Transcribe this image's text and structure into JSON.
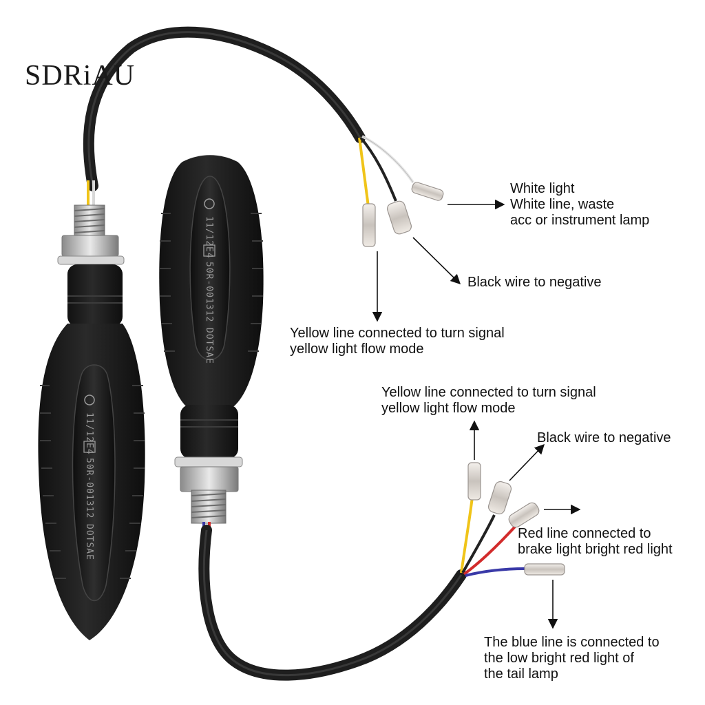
{
  "brand": "SDRiAU",
  "lamp_marking": {
    "date_code": "11/12",
    "approval": "50R-001312",
    "standard": "DOTSAE",
    "e_mark": "E4"
  },
  "annotations": {
    "top_lamp": {
      "white_line": [
        "White light",
        "White line, waste",
        "acc or instrument lamp"
      ],
      "black_wire": "Black wire to negative",
      "yellow_line": [
        "Yellow line connected to turn signal",
        "yellow light flow mode"
      ]
    },
    "bottom_lamp": {
      "yellow_line": [
        "Yellow line connected to turn signal",
        "yellow light flow mode"
      ],
      "black_wire": "Black wire to negative",
      "red_line": [
        "Red line connected to",
        "brake light bright red light"
      ],
      "blue_line": [
        "The blue line is connected to",
        "the low bright red light of",
        "the tail lamp"
      ]
    }
  },
  "colors": {
    "cable": "#1e1e1e",
    "wire_white": "#e6e6e6",
    "wire_yellow": "#f0c419",
    "wire_red": "#d22b2b",
    "wire_blue": "#3a3aa8",
    "lamp_body": "#1b1b1b"
  }
}
